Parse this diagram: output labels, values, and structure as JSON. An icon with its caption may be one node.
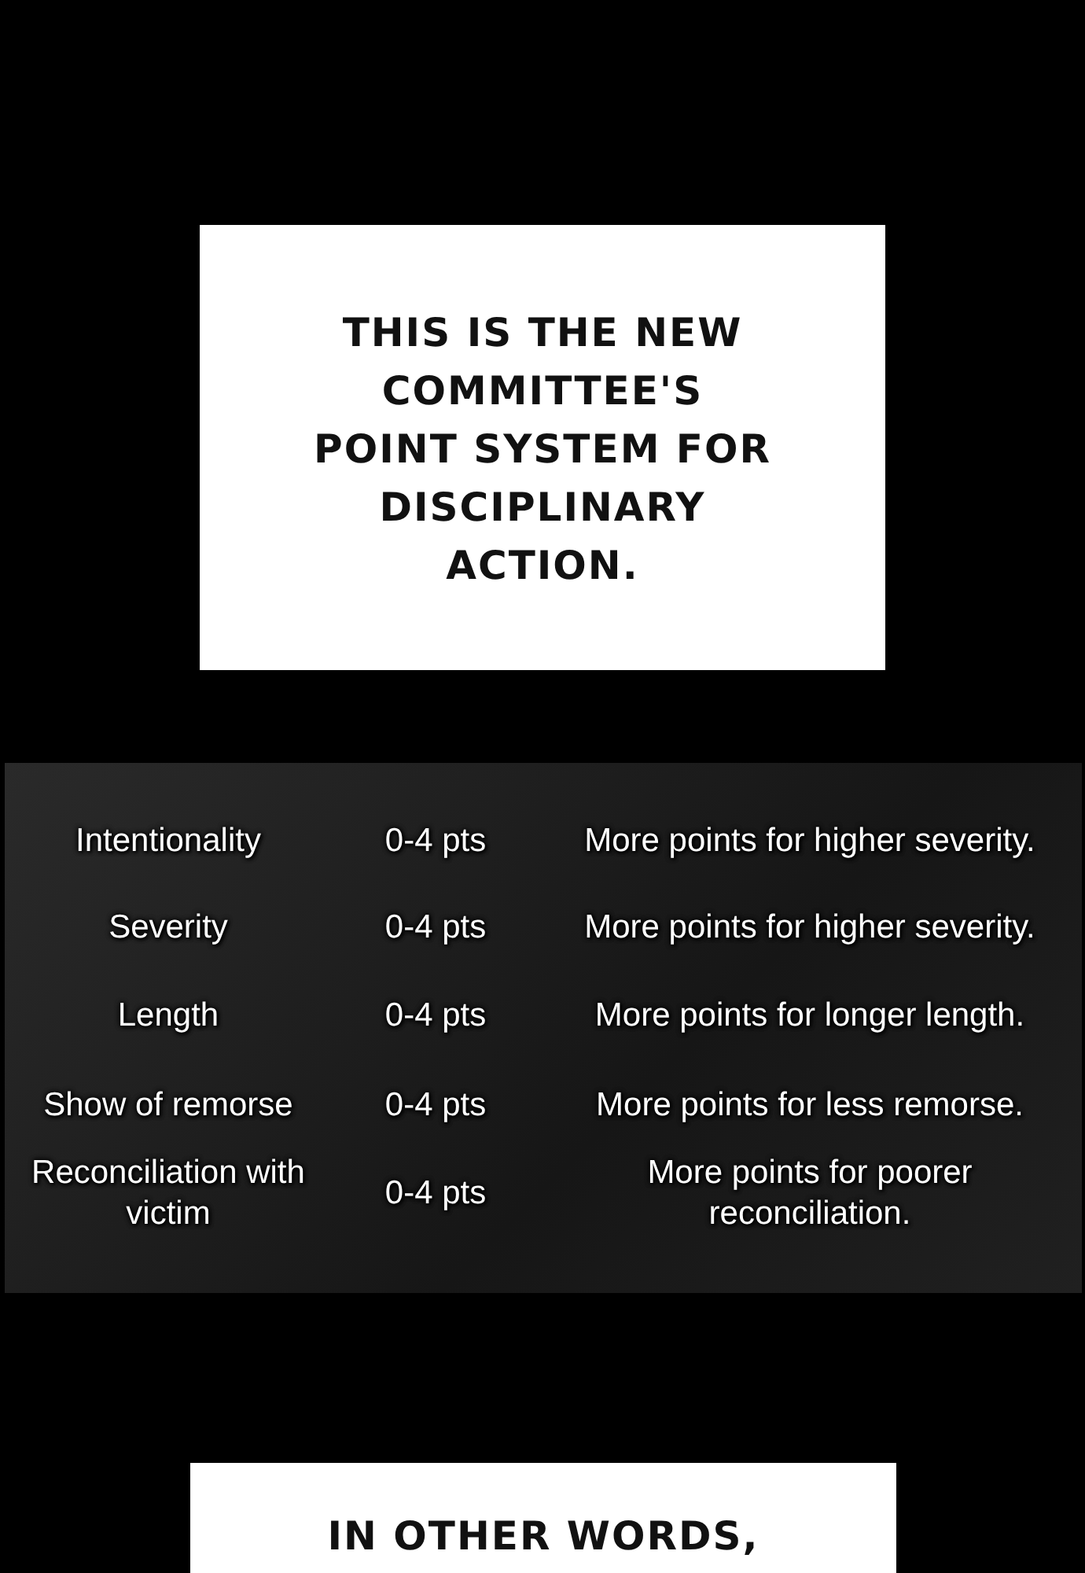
{
  "diagram": {
    "nodes": [
      {
        "text": [
          "THIS IS THE NEW COMMITTEE'S POINT SYSTEM FOR DISCIPLINARY ACTION."
        ]
      },
      {
        "text": [
          "IN OTHER WORDS,"
        ]
      }
    ],
    "edges": [],
    "labels": [
      "Intentionality",
      "0-4 pts",
      "More points for higher severity.",
      "Severity",
      "0-4 pts",
      "More points for higher severity.",
      "Length",
      "0-4 pts",
      "More points for longer length.",
      "Show of remorse",
      "0-4 pts",
      "More points for less remorse.",
      "Reconciliation with victim",
      "0-4 pts",
      "More points for poorer reconciliation."
    ]
  }
}
